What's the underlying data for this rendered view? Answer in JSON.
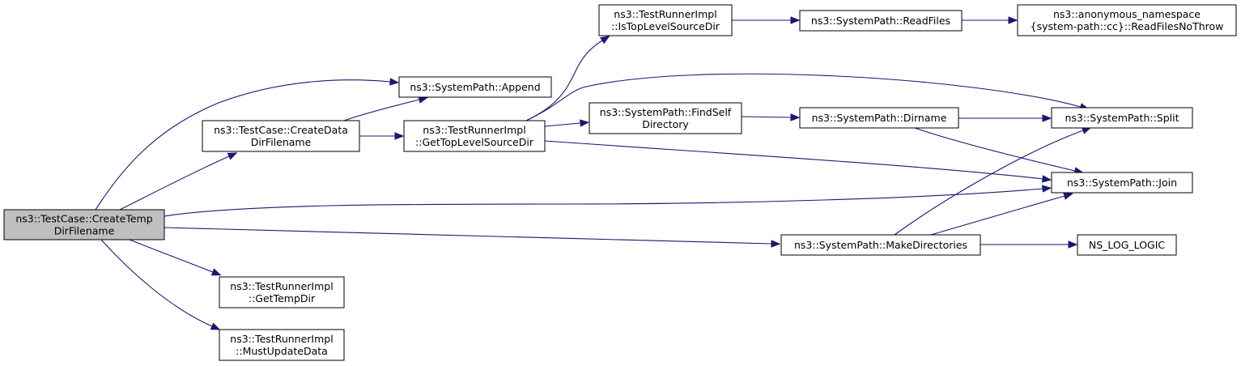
{
  "graph": {
    "colors": {
      "edge": "#191970",
      "root_fill": "#bfbfbf",
      "node_fill": "#ffffff",
      "border": "#000000"
    },
    "nodes": [
      {
        "id": "root",
        "lines": [
          "ns3::TestCase::CreateTemp",
          "DirFilename"
        ],
        "highlighted": true
      },
      {
        "id": "append",
        "lines": [
          "ns3::SystemPath::Append"
        ]
      },
      {
        "id": "createdata",
        "lines": [
          "ns3::TestCase::CreateData",
          "DirFilename"
        ]
      },
      {
        "id": "gettop",
        "lines": [
          "ns3::TestRunnerImpl",
          "::GetTopLevelSourceDir"
        ]
      },
      {
        "id": "istop",
        "lines": [
          "ns3::TestRunnerImpl",
          "::IsTopLevelSourceDir"
        ]
      },
      {
        "id": "readfiles",
        "lines": [
          "ns3::SystemPath::ReadFiles"
        ]
      },
      {
        "id": "readnothrow",
        "lines": [
          "ns3::anonymous_namespace",
          "{system-path::cc}::ReadFilesNoThrow"
        ]
      },
      {
        "id": "findself",
        "lines": [
          "ns3::SystemPath::FindSelf",
          "Directory"
        ]
      },
      {
        "id": "dirname",
        "lines": [
          "ns3::SystemPath::Dirname"
        ]
      },
      {
        "id": "split",
        "lines": [
          "ns3::SystemPath::Split"
        ]
      },
      {
        "id": "join",
        "lines": [
          "ns3::SystemPath::Join"
        ]
      },
      {
        "id": "makedirs",
        "lines": [
          "ns3::SystemPath::MakeDirectories"
        ]
      },
      {
        "id": "nslog",
        "lines": [
          "NS_LOG_LOGIC"
        ]
      },
      {
        "id": "gettemp",
        "lines": [
          "ns3::TestRunnerImpl",
          "::GetTempDir"
        ]
      },
      {
        "id": "mustupdate",
        "lines": [
          "ns3::TestRunnerImpl",
          "::MustUpdateData"
        ]
      }
    ],
    "edges": [
      {
        "from": "root",
        "to": "append"
      },
      {
        "from": "root",
        "to": "createdata"
      },
      {
        "from": "root",
        "to": "join"
      },
      {
        "from": "root",
        "to": "makedirs"
      },
      {
        "from": "root",
        "to": "gettemp"
      },
      {
        "from": "root",
        "to": "mustupdate"
      },
      {
        "from": "createdata",
        "to": "append"
      },
      {
        "from": "createdata",
        "to": "gettop"
      },
      {
        "from": "gettop",
        "to": "istop"
      },
      {
        "from": "gettop",
        "to": "split"
      },
      {
        "from": "gettop",
        "to": "findself"
      },
      {
        "from": "gettop",
        "to": "join"
      },
      {
        "from": "istop",
        "to": "readfiles"
      },
      {
        "from": "readfiles",
        "to": "readnothrow"
      },
      {
        "from": "findself",
        "to": "dirname"
      },
      {
        "from": "dirname",
        "to": "split"
      },
      {
        "from": "dirname",
        "to": "join"
      },
      {
        "from": "makedirs",
        "to": "split"
      },
      {
        "from": "makedirs",
        "to": "join"
      },
      {
        "from": "makedirs",
        "to": "nslog"
      }
    ]
  }
}
